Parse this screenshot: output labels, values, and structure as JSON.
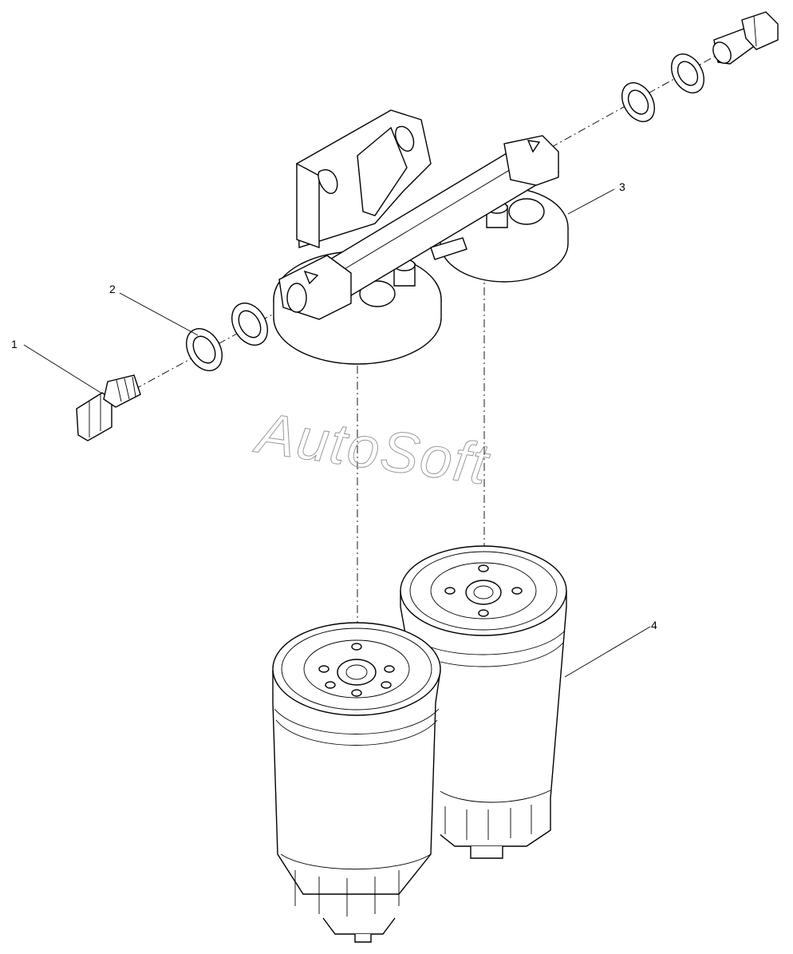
{
  "watermark": "AutoSoft",
  "callouts": [
    {
      "number": "1",
      "part": "banjo-bolt"
    },
    {
      "number": "2",
      "part": "sealing-washer"
    },
    {
      "number": "3",
      "part": "filter-head"
    },
    {
      "number": "4",
      "part": "fuel-filter-cartridge"
    }
  ],
  "colors": {
    "line": "#000000",
    "background": "#ffffff",
    "watermark": "#999999"
  }
}
